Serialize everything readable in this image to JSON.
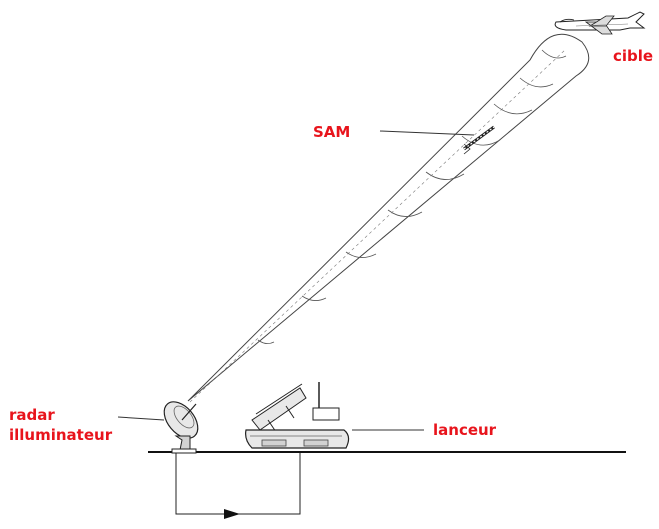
{
  "labels": {
    "target": "cible",
    "missile": "SAM",
    "radar_line1": "radar",
    "radar_line2": "illuminateur",
    "launcher": "lanceur"
  },
  "colors": {
    "label": "#e8141c",
    "line": "#333333",
    "fill_light": "#e8e8e8",
    "fill_mid": "#d2d2d2"
  },
  "icons": {
    "target": "jet-aircraft-icon",
    "missile": "missile-icon",
    "radar": "radar-dish-icon",
    "launcher": "missile-launcher-vehicle-icon"
  }
}
